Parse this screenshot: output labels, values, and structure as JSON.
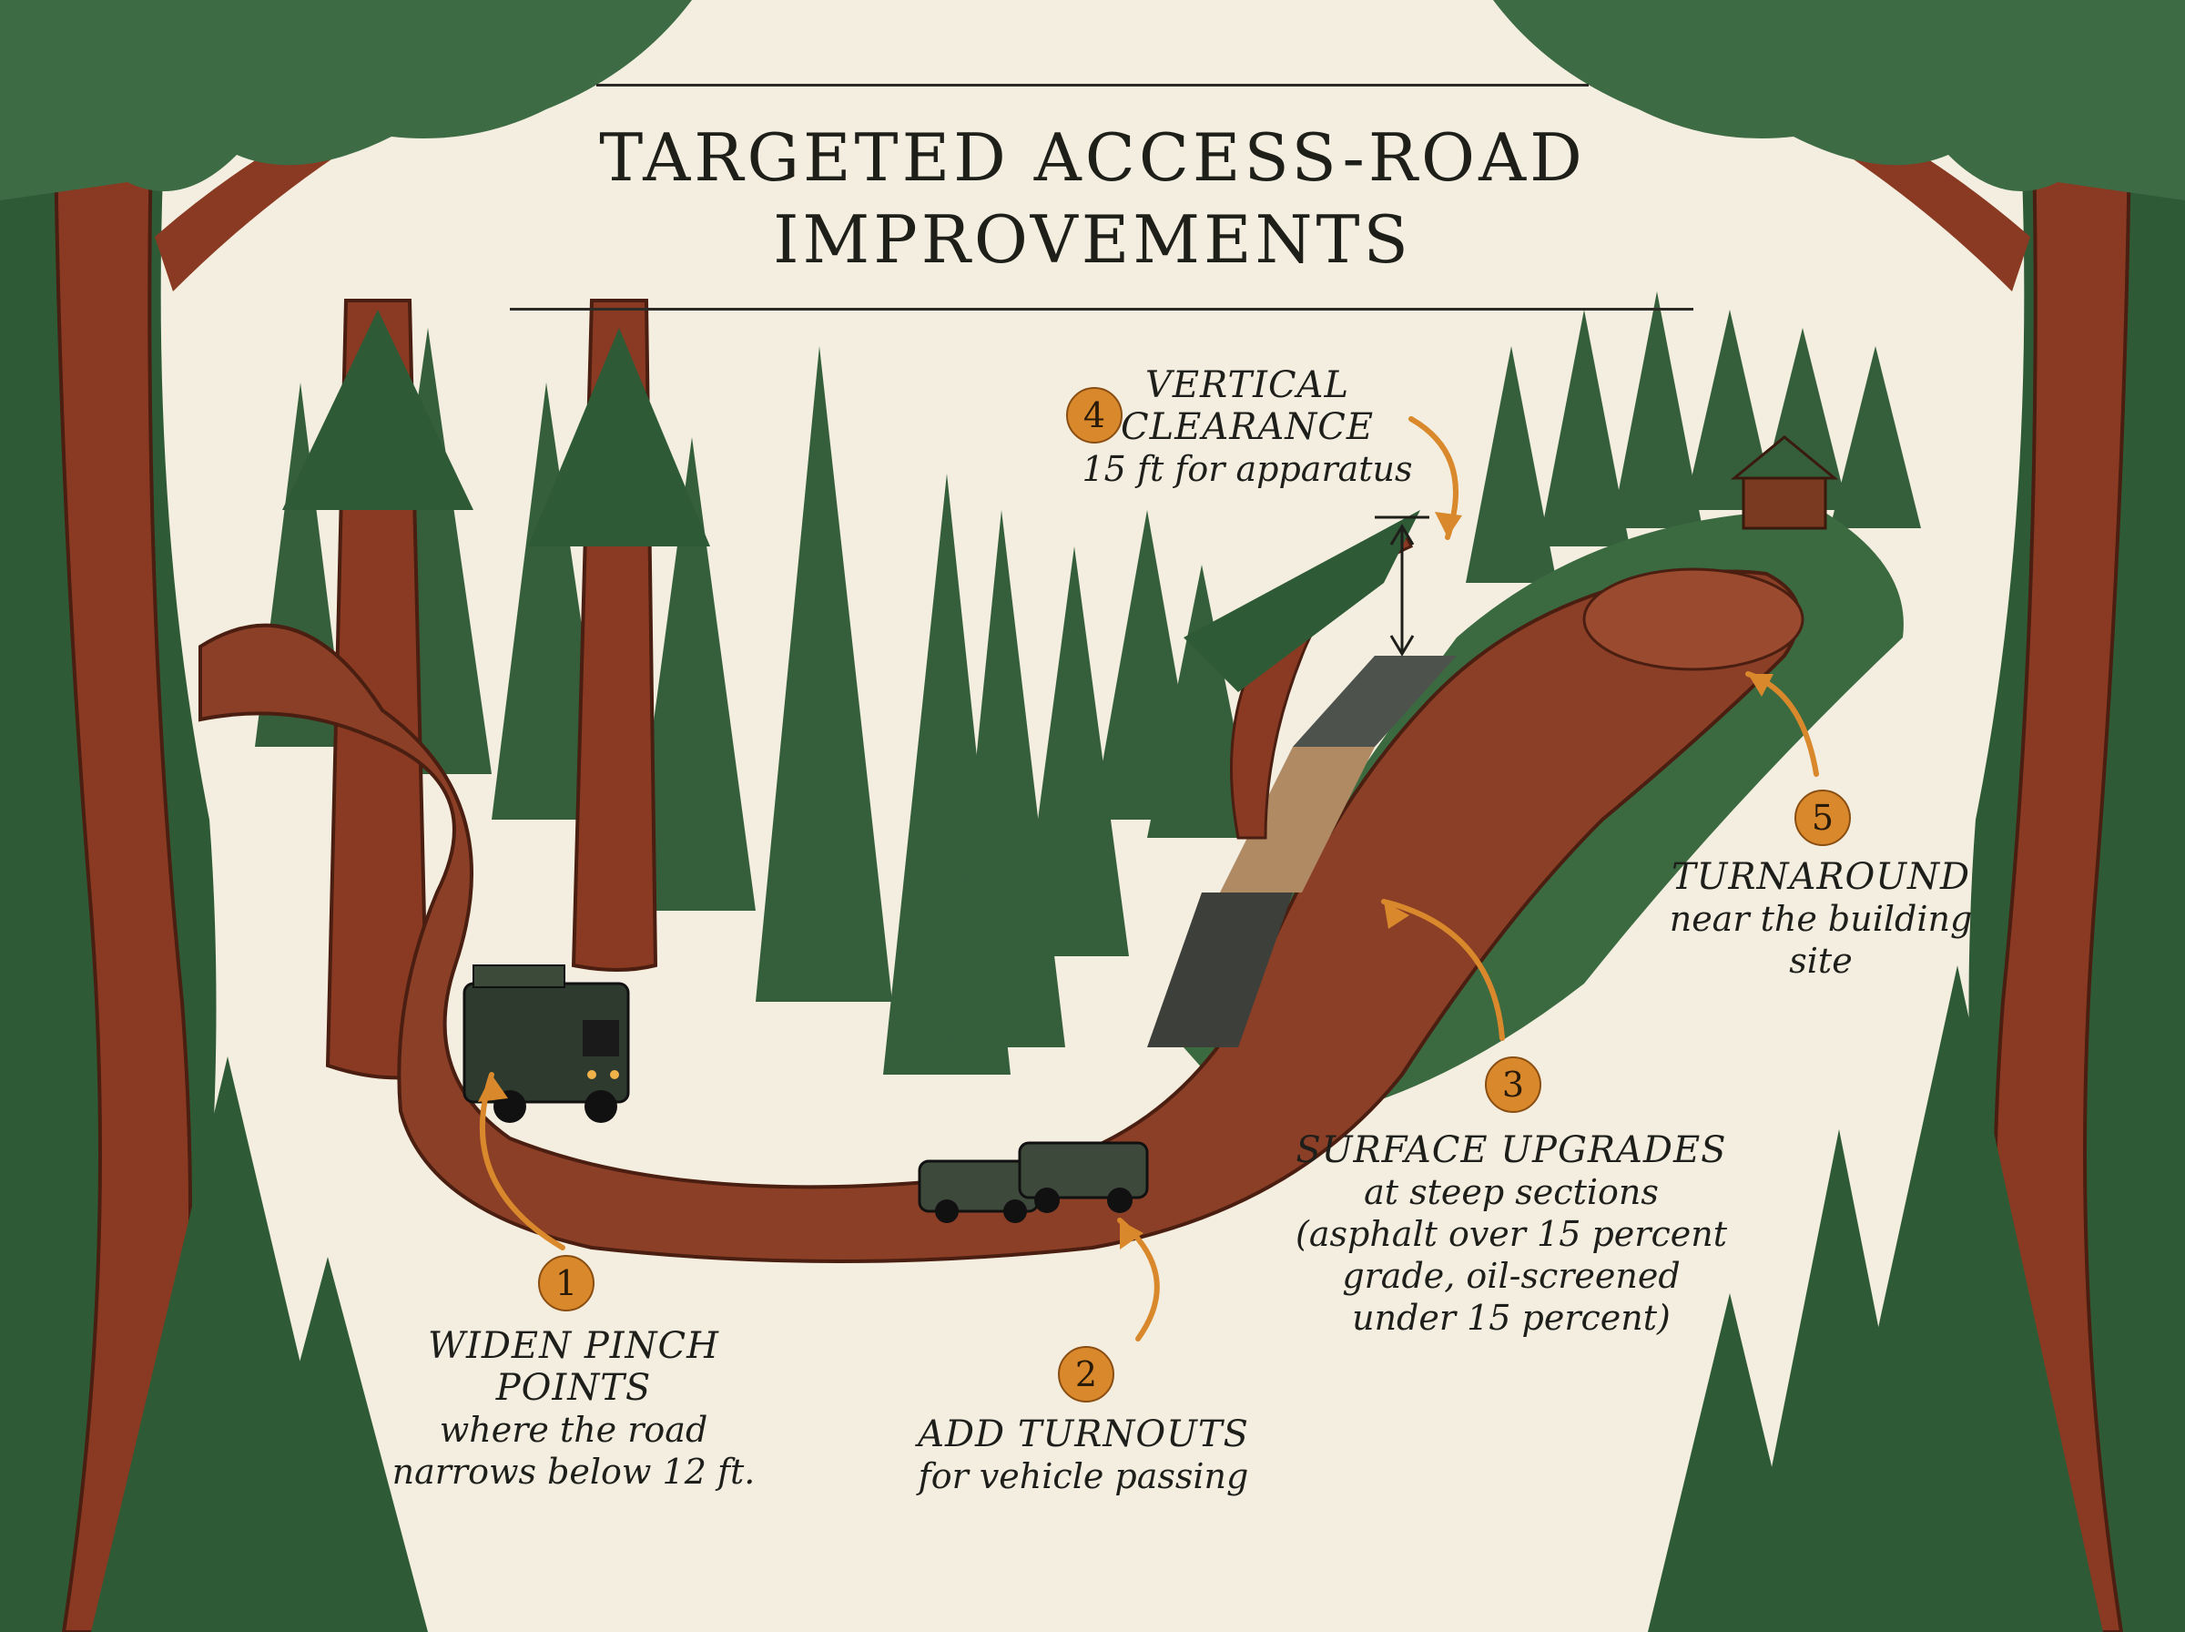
{
  "title": {
    "line1": "TARGETED ACCESS-ROAD",
    "line2": "IMPROVEMENTS"
  },
  "callouts": [
    {
      "number": "1",
      "heading": "WIDEN PINCH POINTS",
      "lines": [
        "where the road",
        "narrows below 12 ft."
      ]
    },
    {
      "number": "2",
      "heading": "ADD TURNOUTS",
      "lines": [
        "for vehicle passing"
      ]
    },
    {
      "number": "3",
      "heading": "SURFACE UPGRADES",
      "lines": [
        "at steep sections",
        "(asphalt over 15 percent",
        "grade, oil-screened",
        "under 15 percent)"
      ]
    },
    {
      "number": "4",
      "heading": "VERTICAL",
      "heading2": "CLEARANCE",
      "lines": [
        "15 ft for apparatus"
      ]
    },
    {
      "number": "5",
      "heading": "TURNAROUND",
      "lines": [
        "near the building",
        "site"
      ]
    }
  ],
  "colors": {
    "background": "#f3eee0",
    "forest_dark": "#2f5a36",
    "forest_mid": "#3d6b43",
    "trunk": "#8a3a22",
    "road": "#8b3f27",
    "badge": "#d9892c",
    "text": "#1e1e1a"
  }
}
